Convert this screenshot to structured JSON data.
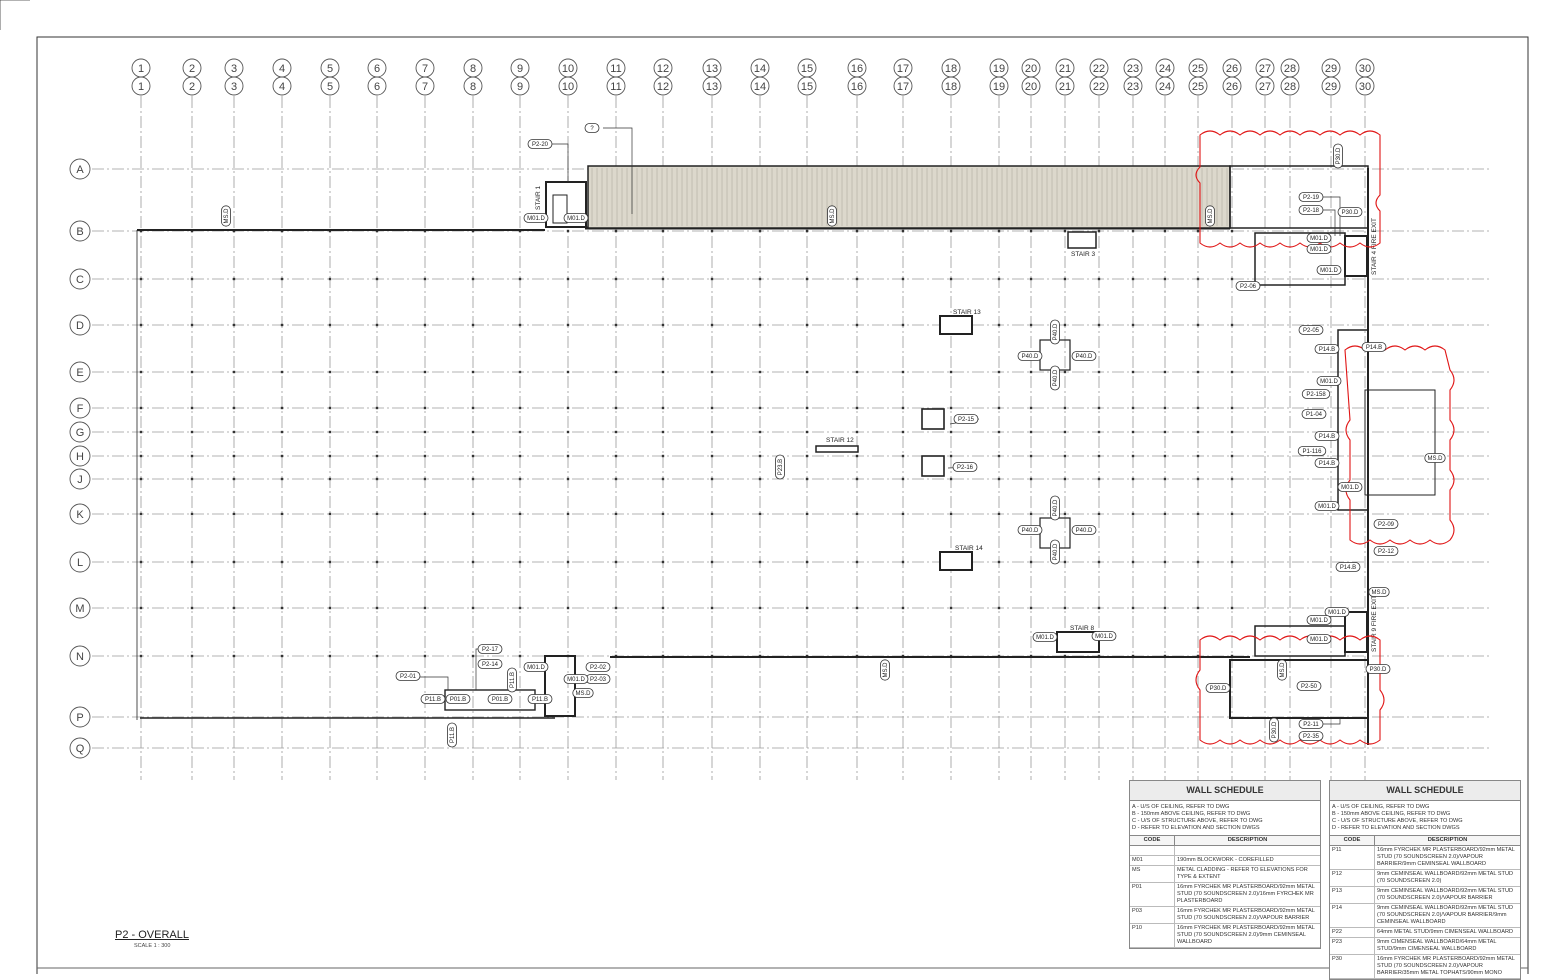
{
  "drawing": {
    "title": "P2 - OVERALL",
    "scale": "SCALE 1 : 300"
  },
  "grid": {
    "columns": [
      "1",
      "2",
      "3",
      "4",
      "5",
      "6",
      "7",
      "8",
      "9",
      "10",
      "11",
      "12",
      "13",
      "14",
      "15",
      "16",
      "17",
      "18",
      "19",
      "20",
      "21",
      "22",
      "23",
      "24",
      "25",
      "26",
      "27",
      "28",
      "29",
      "30"
    ],
    "rows": [
      "A",
      "B",
      "C",
      "D",
      "E",
      "F",
      "G",
      "H",
      "J",
      "K",
      "L",
      "M",
      "N",
      "P",
      "Q"
    ]
  },
  "stairs": [
    "STAIR 1",
    "STAIR 3",
    "STAIR 13",
    "STAIR 12",
    "STAIR 14",
    "STAIR 8",
    "STAIR 4 FIRE EXIT",
    "STAIR 9 FIRE EXIT"
  ],
  "tags": [
    "P2-20",
    "?",
    "P2-19",
    "P2-18",
    "P2-06",
    "P2-05",
    "P2-158",
    "P1-04",
    "P1-116",
    "P2-15",
    "P2-16",
    "P2-09",
    "P2-12",
    "P2-17",
    "P2-14",
    "P2-01",
    "P2-02",
    "P2-03",
    "P2-50",
    "P2-11",
    "P2-35",
    "M01.D",
    "MS.D",
    "P40.D",
    "P14.B",
    "P11.B",
    "P01.B",
    "P30.D",
    "P23.B"
  ],
  "wall_schedules": [
    {
      "heading": "WALL SCHEDULE",
      "notes": [
        "A - U/S OF CEILING, REFER TO DWG",
        "B - 150mm ABOVE CEILING, REFER TO DWG",
        "C - U/S OF STRUCTURE ABOVE, REFER TO DWG",
        "D - REFER TO ELEVATION AND SECTION DWGS"
      ],
      "columns": [
        "CODE",
        "DESCRIPTION"
      ],
      "rows": [
        {
          "code": "",
          "desc": ""
        },
        {
          "code": "M01",
          "desc": "190mm BLOCKWORK - COREFILLED"
        },
        {
          "code": "MS",
          "desc": "METAL CLADDING - REFER TO ELEVATIONS FOR TYPE & EXTENT"
        },
        {
          "code": "P01",
          "desc": "16mm FYRCHEK MR PLASTERBOARD/92mm METAL STUD (70 SOUNDSCREEN 2.0)/16mm FYRCHEK MR PLASTERBOARD"
        },
        {
          "code": "P03",
          "desc": "16mm FYRCHEK MR PLASTERBOARD/92mm METAL STUD (70 SOUNDSCREEN 2.0)/VAPOUR BARRIER"
        },
        {
          "code": "P10",
          "desc": "16mm FYRCHEK MR PLASTERBOARD/92mm METAL STUD (70 SOUNDSCREEN 2.0)/9mm CEMINSEAL WALLBOARD"
        }
      ]
    },
    {
      "heading": "WALL SCHEDULE",
      "notes": [
        "A - U/S OF CEILING, REFER TO DWG",
        "B - 150mm ABOVE CEILING, REFER TO DWG",
        "C - U/S OF STRUCTURE ABOVE, REFER TO DWG",
        "D - REFER TO ELEVATION AND SECTION DWGS"
      ],
      "columns": [
        "CODE",
        "DESCRIPTION"
      ],
      "rows": [
        {
          "code": "P11",
          "desc": "16mm FYRCHEK MR PLASTERBOARD/92mm METAL STUD (70 SOUNDSCREEN 2.0)/VAPOUR BARRIER/9mm CEMINSEAL WALLBOARD"
        },
        {
          "code": "P12",
          "desc": "9mm CEMINSEAL WALLBOARD/92mm METAL STUD (70 SOUNDSCREEN 2.0)"
        },
        {
          "code": "P13",
          "desc": "9mm CEMINSEAL WALLBOARD/92mm METAL STUD (70 SOUNDSCREEN 2.0)/VAPOUR BARRIER"
        },
        {
          "code": "P14",
          "desc": "9mm CEMINSEAL WALLBOARD/92mm METAL STUD (70 SOUNDSCREEN 2.0)/VAPOUR BARRIER/9mm CEMINSEAL WALLBOARD"
        },
        {
          "code": "P22",
          "desc": "64mm METAL STUD/9mm CIMENSEAL WALLBOARD"
        },
        {
          "code": "P23",
          "desc": "9mm CIMENSEAL WALLBOARD/64mm METAL STUD/9mm CIMENSEAL WALLBOARD"
        },
        {
          "code": "P30",
          "desc": "16mm FYRCHEK MR PLASTERBOARD/92mm METAL STUD (70 SOUNDSCREEN 2.0)/VAPOUR BARRIER/35mm METAL TOPHATS/90mm MONO"
        }
      ]
    }
  ]
}
